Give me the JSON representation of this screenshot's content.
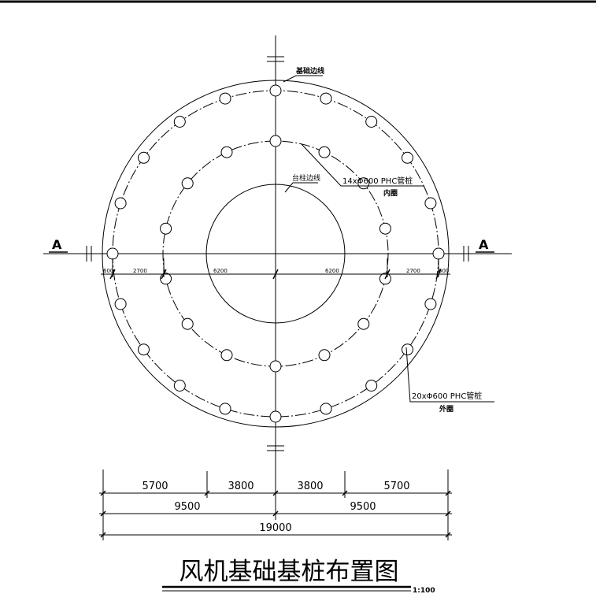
{
  "labels": {
    "foundation_edge": "基础边线",
    "pile_cap_edge": "台柱边线",
    "inner_piles": "14xΦ600 PHC管桩",
    "inner_ring": "内圈",
    "outer_piles": "20xΦ600 PHC管桩",
    "outer_ring": "外圈",
    "section_left": "A",
    "section_right": "A"
  },
  "radial_dims": {
    "left": [
      "600",
      "2700",
      "6200"
    ],
    "right": [
      "6200",
      "2700",
      "600"
    ]
  },
  "dims": {
    "row1": [
      "5700",
      "3800",
      "3800",
      "5700"
    ],
    "row2": [
      "9500",
      "9500"
    ],
    "row3": [
      "19000"
    ]
  },
  "title": "风机基础基桩布置图",
  "scale": "1:100",
  "pile_layout": {
    "outer_ring_pile_count": 20,
    "inner_ring_pile_count": 14
  }
}
